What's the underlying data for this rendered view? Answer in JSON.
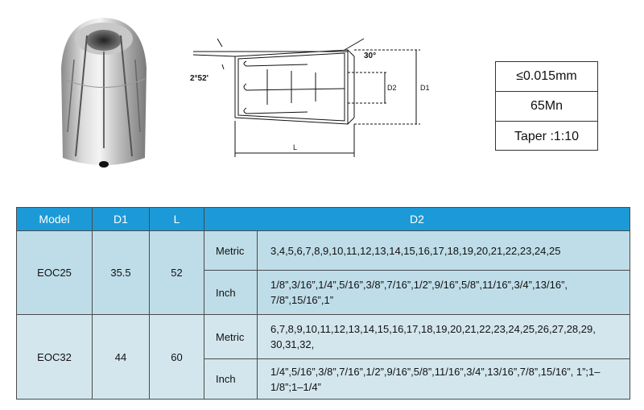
{
  "drawing": {
    "angle_label": "2°52'",
    "chamfer_label": "30°",
    "d1_label": "D1",
    "d2_label": "D2",
    "l_label": "L"
  },
  "spec_box": {
    "tolerance": "≤0.015mm",
    "material": "65Mn",
    "taper": "Taper :1:10"
  },
  "table": {
    "headers": {
      "model": "Model",
      "d1": "D1",
      "l": "L",
      "d2": "D2"
    },
    "rows": [
      {
        "model": "EOC25",
        "d1": "35.5",
        "l": "52",
        "metric_label": "Metric",
        "metric_sizes": "3,4,5,6,7,8,9,10,11,12,13,14,15,16,17,18,19,20,21,22,23,24,25",
        "inch_label": "Inch",
        "inch_sizes": "1/8”,3/16”,1/4”,5/16”,3/8”,7/16”,1/2”,9/16”,5/8”,11/16”,3/4”,13/16”, 7/8”,15/16”,1”"
      },
      {
        "model": "EOC32",
        "d1": "44",
        "l": "60",
        "metric_label": "Metric",
        "metric_sizes": "6,7,8,9,10,11,12,13,14,15,16,17,18,19,20,21,22,23,24,25,26,27,28,29, 30,31,32,",
        "inch_label": "Inch",
        "inch_sizes": "1/4”,5/16”,3/8”,7/16”,1/2”,9/16”,5/8”,11/16”,3/4”,13/16”,7/8”,15/16”, 1”;1–1/8”;1–1/4”"
      }
    ]
  },
  "colors": {
    "header_bg": "#1c9ad7",
    "row_group_1": "#bfdde8",
    "row_group_2": "#d3e6ee"
  }
}
